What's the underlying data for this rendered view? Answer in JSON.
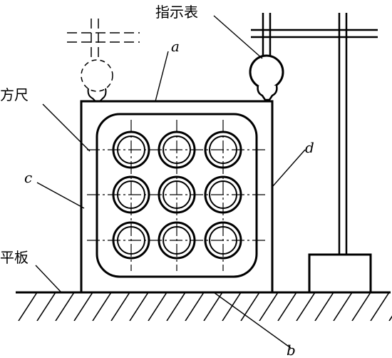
{
  "labels": {
    "indicator": "指示表",
    "square_ruler": "方尺",
    "flat_plate": "平板",
    "a": "a",
    "b": "b",
    "c": "c",
    "d": "d"
  },
  "colors": {
    "line": "#000000",
    "background": "#ffffff"
  },
  "grid": {
    "rows": 3,
    "cols": 3
  }
}
